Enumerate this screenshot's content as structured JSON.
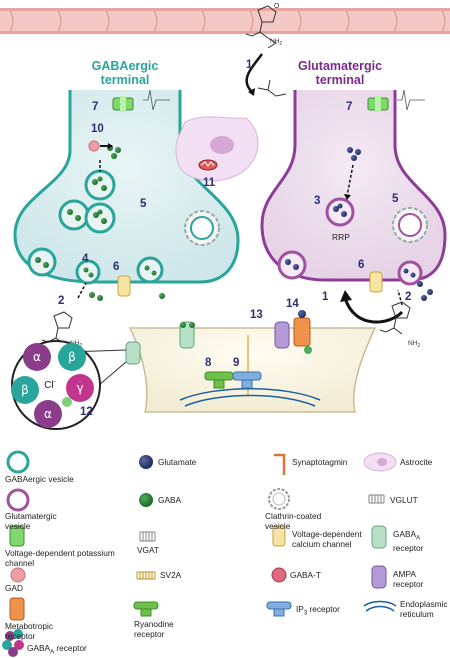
{
  "titles": {
    "gaba_line1": "GABAergic",
    "gaba_line2": "terminal",
    "glu_line1": "Glutamatergic",
    "glu_line2": "terminal"
  },
  "colors": {
    "gaba_title": "#2aa59b",
    "glu_title": "#7b2a8c",
    "number_labels": "#2d2f73"
  },
  "markers": {
    "n1_top": "1",
    "n1_right": "1",
    "n2_left": "2",
    "n2_right": "2",
    "n3": "3",
    "n4": "4",
    "n5_left": "5",
    "n5_right": "5",
    "n6_left": "6",
    "n6_right": "6",
    "n7_left": "7",
    "n7_right": "7",
    "n8": "8",
    "n9": "9",
    "n10": "10",
    "n11": "11",
    "n12": "12",
    "n13": "13",
    "n14": "14"
  },
  "inline_labels": {
    "rrp": "RRP",
    "chloride": "Cl",
    "chloride_sup": "-",
    "alpha": "α",
    "beta": "β",
    "gamma": "γ",
    "nh2": "NH",
    "nh2_sub": "2",
    "o": "O",
    "n": "N"
  },
  "legend": {
    "gabaergic_vesicle": "GABAergic vesicle",
    "glutamatergic_vesicle": "Glutamatergic vesicle",
    "k_channel": "Voltage-dependent potassium channel",
    "gad": "GAD",
    "metabotropic": "Metabotropic receptor",
    "gabaa_receptor_bottom": "GABA",
    "gabaa_receptor_bottom_sub": "A",
    "gabaa_receptor_bottom_tail": " receptor",
    "glutamate": "Glutamate",
    "gaba": "GABA",
    "vgat": "VGAT",
    "sv2a": "SV2A",
    "ryanodine": "Ryanodine receptor",
    "synaptotagmin": "Synaptotagmin",
    "clathrin": "Clathrin-coated vesicle",
    "ca_channel": "Voltage-dependent calcium channel",
    "gaba_t": "GABA-T",
    "ip3_pre": "IP",
    "ip3_sub": "3",
    "ip3_post": " receptor",
    "astrocyte": "Astrocite",
    "vglut": "VGLUT",
    "gabaa_r1": "GABA",
    "gabaa_r_sub": "A",
    "gabaa_r2": "receptor",
    "ampa_r1": "AMPA",
    "ampa_r2": "receptor",
    "er_1": "Endoplasmic",
    "er_2": "reticulum"
  }
}
